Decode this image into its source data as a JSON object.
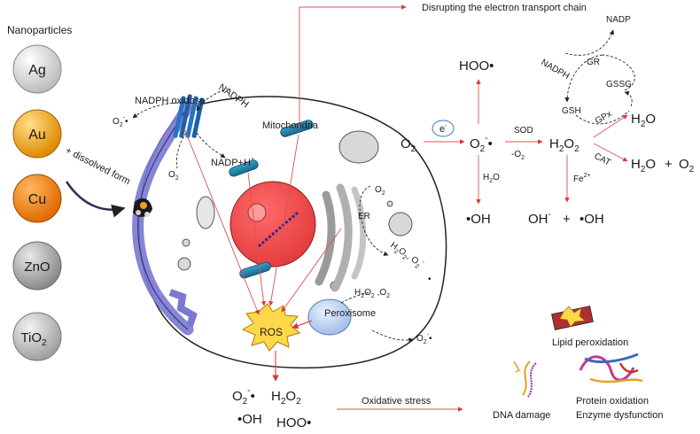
{
  "nanoparticles": {
    "title": "Nanoparticles",
    "items": [
      {
        "label": "Ag",
        "color": "#d9d9d9"
      },
      {
        "label": "Au",
        "color": "#f0a020"
      },
      {
        "label": "Cu",
        "color": "#f08a10"
      },
      {
        "label": "ZnO",
        "color": "#a9a9a9"
      },
      {
        "label": "TiO",
        "sub": "2",
        "color": "#bdbdbd"
      }
    ],
    "entry_label": "+ dissolved form"
  },
  "cell": {
    "nadph_oxidase": "NADPH oxidase",
    "nadph": "NADPH",
    "nadp_h": "NADP+H",
    "nadp_h_sup": "+",
    "o2_minus": "O",
    "o2_label": "O",
    "mitochondria": "Mitochondria",
    "er": "ER",
    "er_o2": "O",
    "er_products": "H",
    "peroxisome": "Peroxisome",
    "peroxisome_products": "H",
    "ros": "ROS"
  },
  "top": {
    "etc_label": "Disrupting the electron transport chain"
  },
  "chemistry": {
    "hoo": "HOO•",
    "o2": "O",
    "electron": "e",
    "superoxide": "O",
    "sod": "SOD",
    "minus_o2": "-O",
    "h2o2": "H",
    "h2o_label": "H",
    "oh": "•OH",
    "fe": "Fe",
    "fe_sup": "2+",
    "oh_minus": "OH",
    "plus": "+",
    "oh2": "•OH",
    "gpx": "GPx",
    "cat": "CAT",
    "h2o_gpx": "H",
    "h2o_cat": "H",
    "o2_cat": "O",
    "gr": "GR",
    "nadph": "NADPH",
    "nadp": "NADP",
    "gsh": "GSH",
    "gssg": "GSSG"
  },
  "bottom": {
    "superoxide": "O",
    "h2o2": "H",
    "oh": "•OH",
    "hoo": "HOO•",
    "oxidative_stress": "Oxidative stress",
    "lipid": "Lipid peroxidation",
    "dna": "DNA damage",
    "protein": "Protein oxidation",
    "enzyme": "Enzyme dysfunction"
  }
}
